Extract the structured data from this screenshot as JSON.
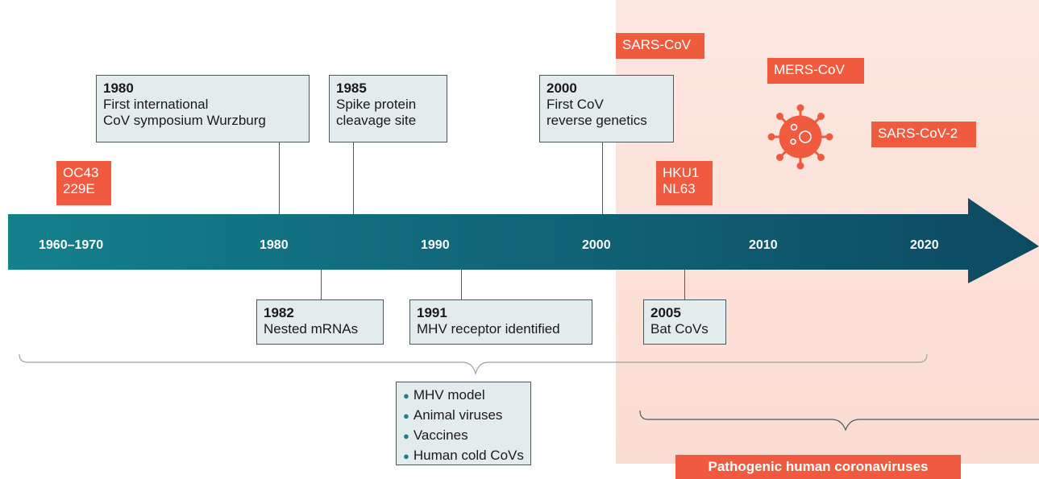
{
  "axis_ticks": [
    "1960–1970",
    "1980",
    "1990",
    "2000",
    "2010",
    "2020"
  ],
  "events_above": [
    {
      "year": "1980",
      "text": "First international\nCoV symposium Wurzburg"
    },
    {
      "year": "1985",
      "text": "Spike protein\ncleavage site"
    },
    {
      "year": "2000",
      "text": "First CoV\nreverse genetics"
    }
  ],
  "events_below": [
    {
      "year": "1982",
      "text": "Nested mRNAs"
    },
    {
      "year": "1991",
      "text": "MHV receptor identified"
    },
    {
      "year": "2005",
      "text": "Bat CoVs"
    }
  ],
  "virus_tags": [
    "OC43\n229E",
    "SARS-CoV",
    "MERS-CoV",
    "HKU1\nNL63",
    "SARS-CoV-2"
  ],
  "research_list": [
    "MHV model",
    "Animal viruses",
    "Vaccines",
    "Human cold CoVs"
  ],
  "pathogenic_label": "Pathogenic human coronaviruses",
  "icons": {
    "virus": "coronavirus-icon",
    "bullet": "bullet-dot-icon"
  },
  "colors": {
    "arrow_dark": "#0e4f64",
    "arrow_light": "#137a87",
    "tag": "#f05b40",
    "box_fill": "#e3ecec",
    "era_shade": "#fbe0d6"
  }
}
